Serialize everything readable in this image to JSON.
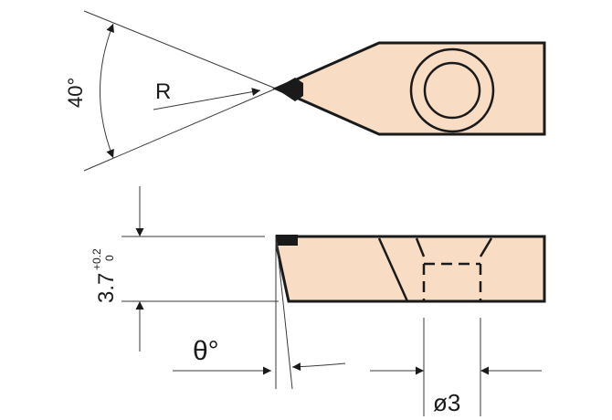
{
  "top_view": {
    "angle_label": "40°",
    "radius_label": "R"
  },
  "side_view": {
    "thickness_value": "3.7",
    "tolerance_upper": "+0.2",
    "tolerance_lower": "0",
    "angle_label": "θ°",
    "diameter_label": "ø3"
  },
  "colors": {
    "body": "#f9dcc4",
    "outline": "#1a1a1a",
    "tip": "#000000"
  }
}
